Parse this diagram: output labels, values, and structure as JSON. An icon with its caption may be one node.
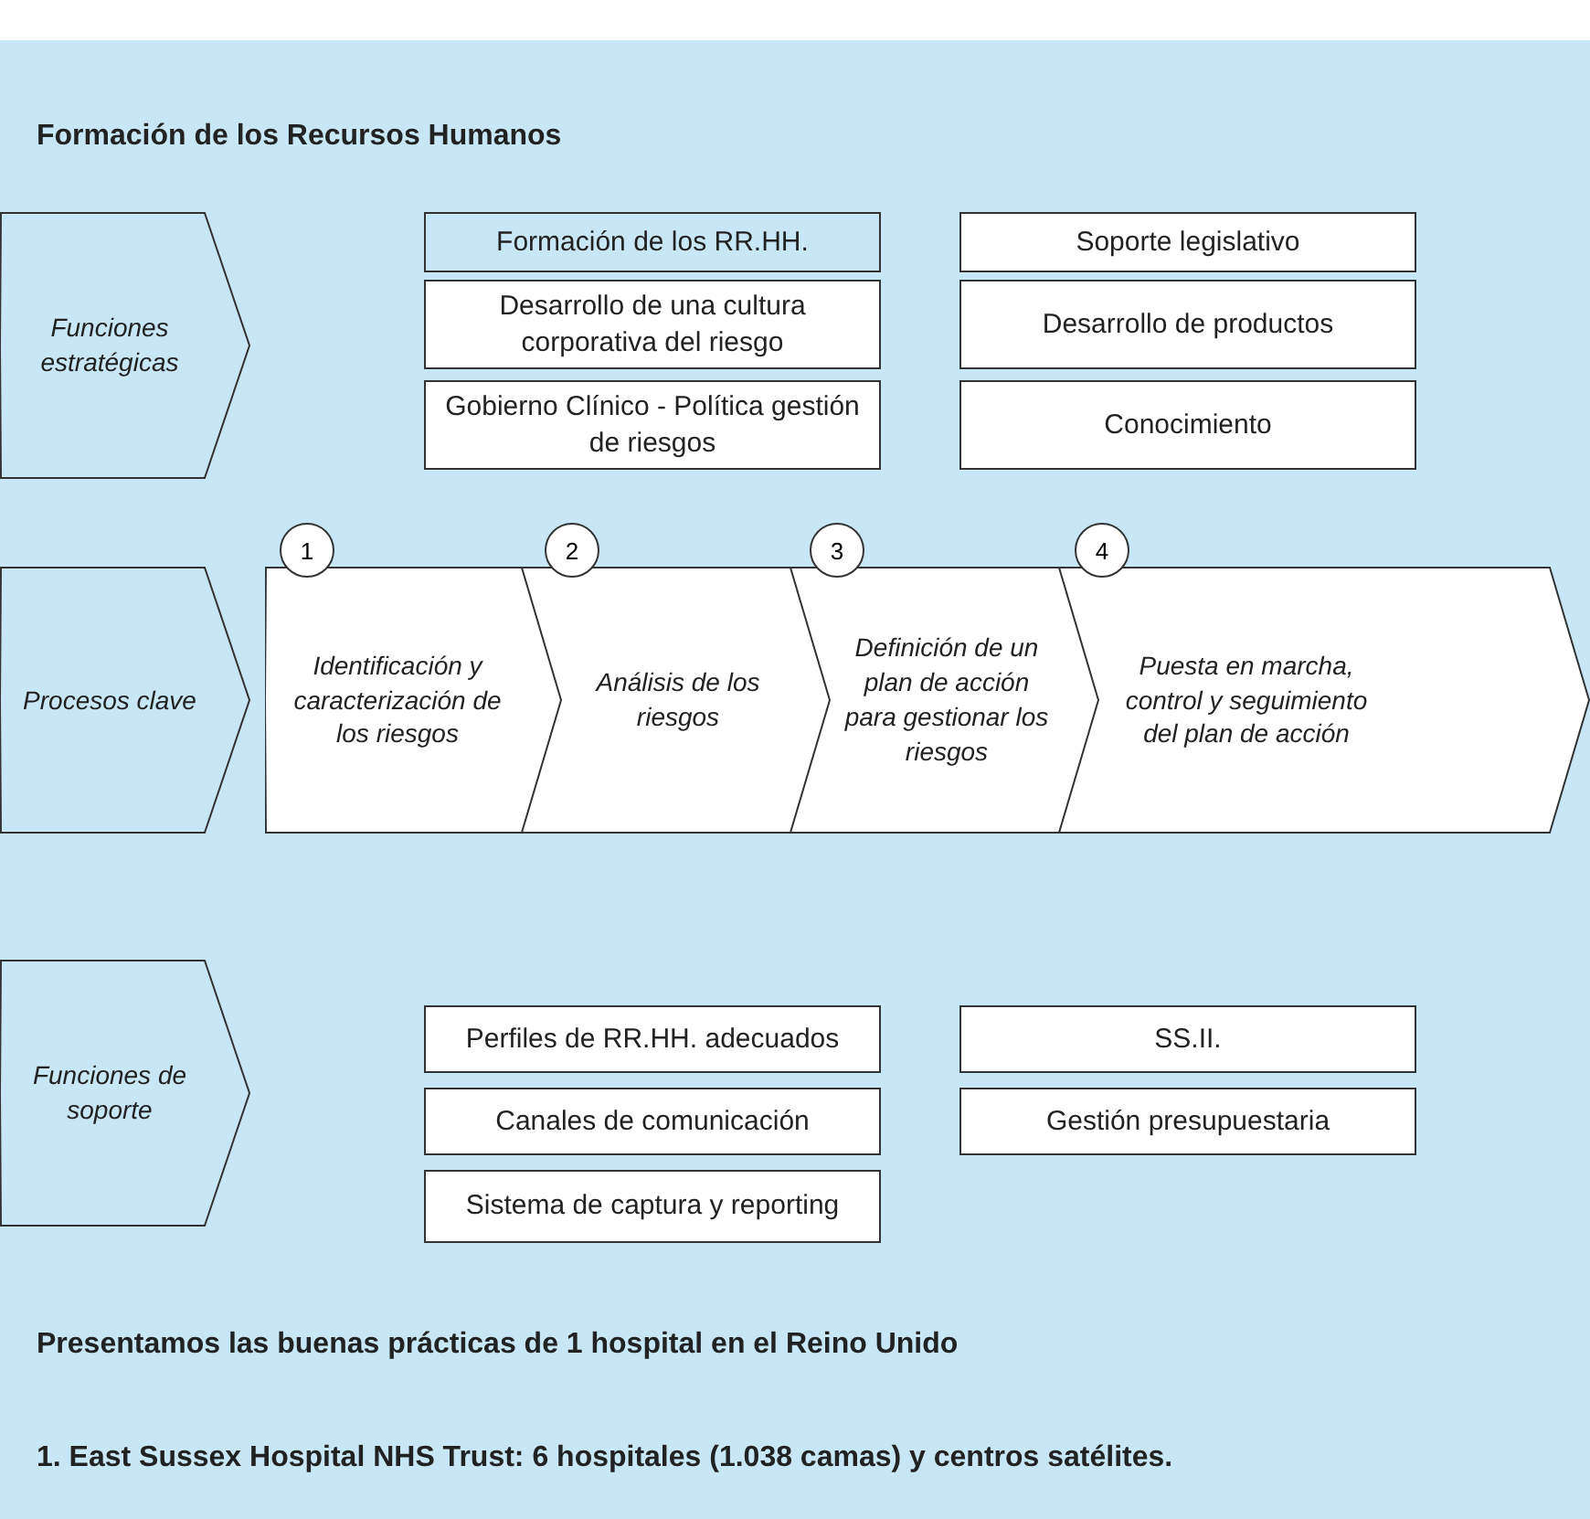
{
  "diagram": {
    "title": "Formación de los Recursos Humanos",
    "nodes": [
      {
        "text": [
          "Funciones estratégicas"
        ]
      },
      {
        "text": [
          "Formación de los RR.HH."
        ]
      },
      {
        "text": [
          "Soporte legislativo"
        ]
      },
      {
        "text": [
          "Desarrollo de una cultura corporativa del riesgo"
        ]
      },
      {
        "text": [
          "Desarrollo de productos"
        ]
      },
      {
        "text": [
          "Gobierno Clínico - Política gestión de riesgos"
        ]
      },
      {
        "text": [
          "Conocimiento"
        ]
      },
      {
        "text": [
          "Procesos clave"
        ]
      },
      {
        "text": [
          "1"
        ]
      },
      {
        "text": [
          "Identificación y caracterización de los riesgos"
        ]
      },
      {
        "text": [
          "2"
        ]
      },
      {
        "text": [
          "Análisis de los riesgos"
        ]
      },
      {
        "text": [
          "3"
        ]
      },
      {
        "text": [
          "Definición de un plan de acción para gestionar los riesgos"
        ]
      },
      {
        "text": [
          "4"
        ]
      },
      {
        "text": [
          "Puesta en marcha, control y seguimiento del plan de acción"
        ]
      },
      {
        "text": [
          "Funciones de soporte"
        ]
      },
      {
        "text": [
          "Perfiles de RR.HH. adecuados"
        ]
      },
      {
        "text": [
          "SS.II."
        ]
      },
      {
        "text": [
          "Canales de comunicación"
        ]
      },
      {
        "text": [
          "Gestión presupuestaria"
        ]
      },
      {
        "text": [
          "Sistema de captura y reporting"
        ]
      }
    ],
    "labels": [
      "Presentamos las buenas prácticas de 1 hospital en el Reino Unido",
      "1. East Sussex Hospital NHS Trust: 6 hospitales (1.038 camas) y centros satélites."
    ]
  }
}
